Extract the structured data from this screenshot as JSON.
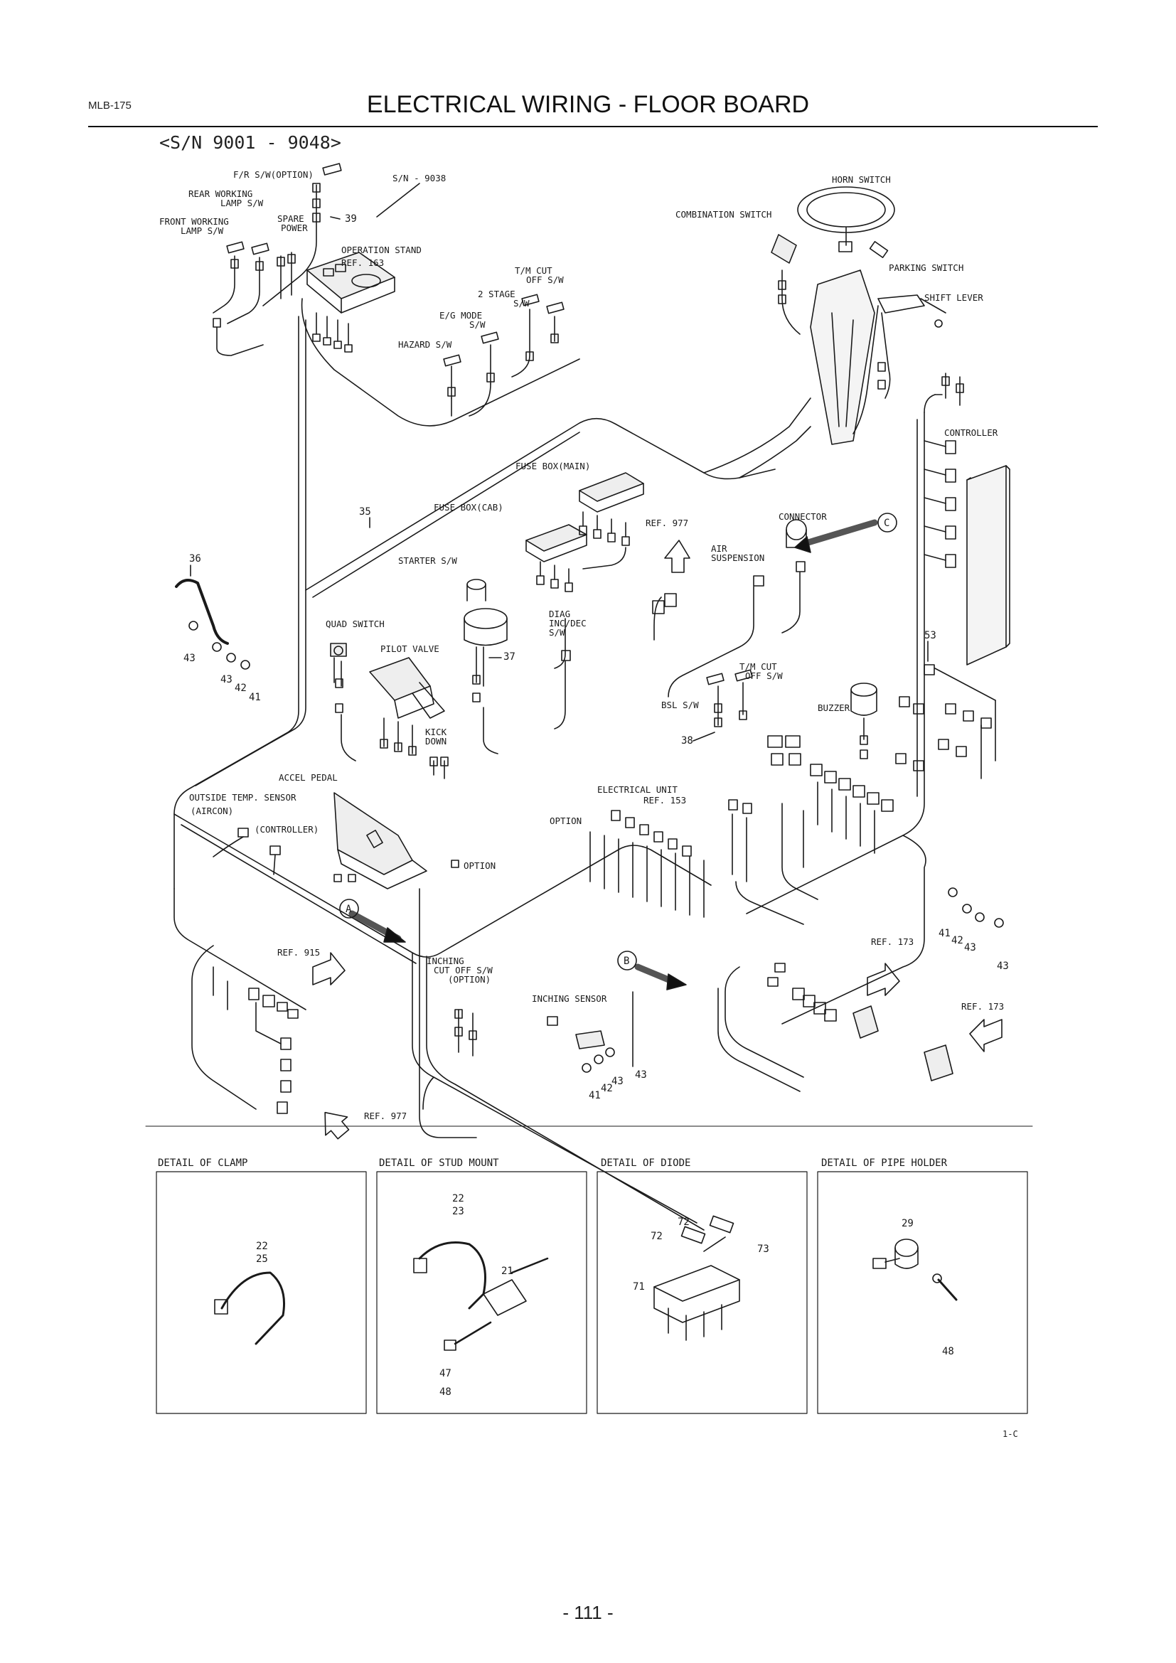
{
  "header": {
    "doc_code": "MLB-175",
    "title": "ELECTRICAL WIRING - FLOOR BOARD",
    "serial_range": "<S/N 9001 - 9048>"
  },
  "labels": {
    "fr_switch": "F/R S/W(OPTION)",
    "rear_working_1": "REAR WORKING",
    "rear_working_2": "LAMP S/W",
    "front_working_1": "FRONT WORKING",
    "front_working_2": "LAMP S/W",
    "spare_power_1": "SPARE",
    "spare_power_2": "POWER",
    "sn_9038": "S/N - 9038",
    "op_stand_1": "OPERATION STAND",
    "op_stand_2": "REF. 163",
    "tm_cut_1": "T/M CUT",
    "tm_cut_2": "OFF S/W",
    "two_stage_1": "2 STAGE",
    "two_stage_2": "S/W",
    "eg_mode_1": "E/G MODE",
    "eg_mode_2": "S/W",
    "hazard": "HAZARD S/W",
    "horn_switch": "HORN SWITCH",
    "combination_switch": "COMBINATION SWITCH",
    "parking_switch": "PARKING SWITCH",
    "shift_lever": "SHIFT LEVER",
    "controller": "CONTROLLER",
    "fuse_box_main": "FUSE BOX(MAIN)",
    "fuse_box_cab": "FUSE BOX(CAB)",
    "ref_977_top": "REF. 977",
    "connector": "CONNECTOR",
    "air_susp_1": "AIR",
    "air_susp_2": "SUSPENSION",
    "starter_sw": "STARTER S/W",
    "diag_1": "DIAG",
    "diag_2": "INC/DEC",
    "diag_3": "S/W",
    "quad_switch": "QUAD SWITCH",
    "pilot_valve": "PILOT VALVE",
    "tm_cut2_1": "T/M CUT",
    "tm_cut2_2": "OFF S/W",
    "bsl_sw": "BSL S/W",
    "buzzer": "BUZZER",
    "kick_1": "KICK",
    "kick_2": "DOWN",
    "accel_pedal": "ACCEL PEDAL",
    "outside_temp": "OUTSIDE TEMP. SENSOR",
    "aircon": "(AIRCON)",
    "controller_paren": "(CONTROLLER)",
    "elec_unit_1": "ELECTRICAL UNIT",
    "elec_unit_2": "REF. 153",
    "option_1": "OPTION",
    "option_2": "OPTION",
    "ref_915": "REF. 915",
    "inching_1": "INCHING",
    "inching_2": "CUT OFF S/W",
    "inching_3": "(OPTION)",
    "inching_sensor": "INCHING SENSOR",
    "ref_173_a": "REF. 173",
    "ref_173_b": "REF. 173",
    "ref_977_bottom": "REF. 977"
  },
  "callouts": {
    "n39": "39",
    "n35": "35",
    "n36": "36",
    "n43a": "43",
    "n43b": "43",
    "n42a": "42",
    "n41a": "41",
    "n37": "37",
    "n53": "53",
    "n38": "38",
    "n41b": "41",
    "n42b": "42",
    "n43c": "43",
    "n43d": "43",
    "n41c": "41",
    "n42c": "42",
    "n43e": "43",
    "n43f": "43"
  },
  "view_markers": {
    "a": "A",
    "b": "B",
    "c": "C"
  },
  "details": [
    {
      "title": "DETAIL OF CLAMP",
      "numbers": [
        "22",
        "25"
      ]
    },
    {
      "title": "DETAIL OF STUD MOUNT",
      "numbers": [
        "22",
        "23",
        "21",
        "47",
        "48"
      ]
    },
    {
      "title": "DETAIL OF DIODE",
      "numbers": [
        "72",
        "72",
        "73",
        "71"
      ]
    },
    {
      "title": "DETAIL OF PIPE HOLDER",
      "numbers": [
        "29",
        "48"
      ]
    }
  ],
  "figure_code": "1-C",
  "page_number": "- 111 -"
}
